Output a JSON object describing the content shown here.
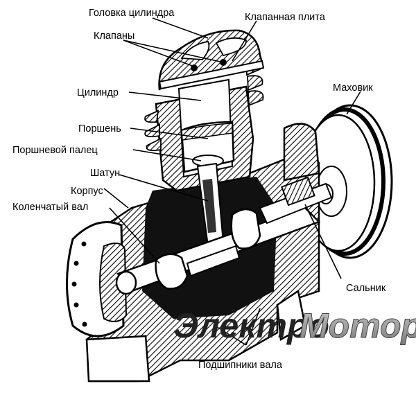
{
  "labels": {
    "cylinder_head": "Головка цилиндра",
    "valve_plate": "Клапанная плита",
    "valves": "Клапаны",
    "cylinder": "Цилиндр",
    "flywheel": "Маховик",
    "piston": "Поршень",
    "piston_pin": "Поршневой палец",
    "connecting_rod": "Шатун",
    "housing": "Корпус",
    "crankshaft": "Коленчатый вал",
    "oil_seal": "Сальник",
    "shaft_bearings": "Подшипники вала"
  },
  "watermark": {
    "part1": "Электро",
    "part2": "Мотор"
  }
}
